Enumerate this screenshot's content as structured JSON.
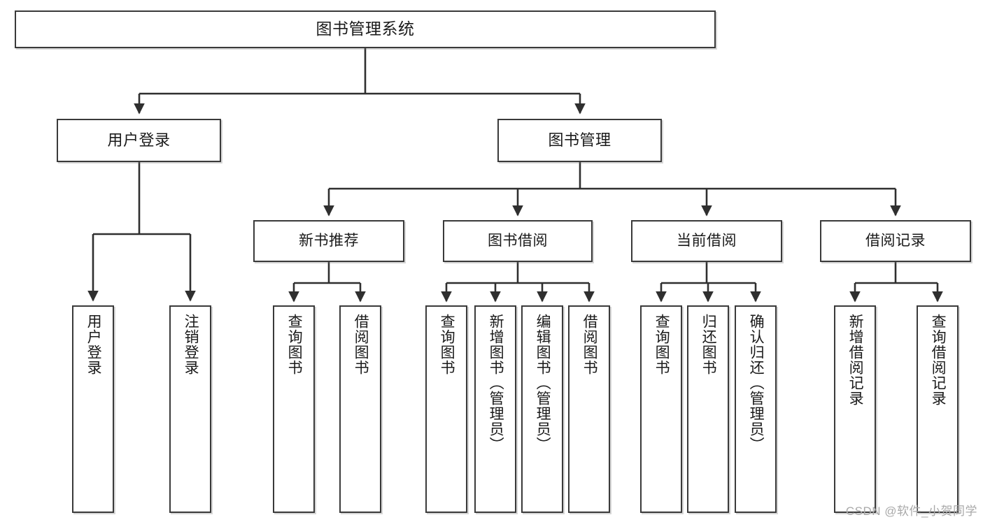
{
  "diagram": {
    "title": "图书管理系统",
    "type": "tree-hierarchy",
    "root": {
      "label": "图书管理系统"
    },
    "level1": [
      {
        "label": "用户登录"
      },
      {
        "label": "图书管理"
      }
    ],
    "level2": [
      {
        "label": "新书推荐"
      },
      {
        "label": "图书借阅"
      },
      {
        "label": "当前借阅"
      },
      {
        "label": "借阅记录"
      }
    ],
    "leaves": {
      "user_login": [
        {
          "label": "用户登录"
        },
        {
          "label": "注销登录"
        }
      ],
      "new_book_recommend": [
        {
          "label": "查询图书"
        },
        {
          "label": "借阅图书"
        }
      ],
      "book_borrow": [
        {
          "label": "查询图书"
        },
        {
          "label": "新增图书（管理员）"
        },
        {
          "label": "编辑图书（管理员）"
        },
        {
          "label": "借阅图书"
        }
      ],
      "current_borrow": [
        {
          "label": "查询图书"
        },
        {
          "label": "归还图书"
        },
        {
          "label": "确认归还（管理员）"
        }
      ],
      "borrow_record": [
        {
          "label": "新增借阅记录"
        },
        {
          "label": "查询借阅记录"
        }
      ]
    }
  },
  "watermark": {
    "text": "CSDN @软件_小贺同学"
  },
  "colors": {
    "border": "#3a3a3a",
    "background": "#ffffff",
    "text": "#1a1a1a",
    "watermark": "#a9a9a9"
  }
}
